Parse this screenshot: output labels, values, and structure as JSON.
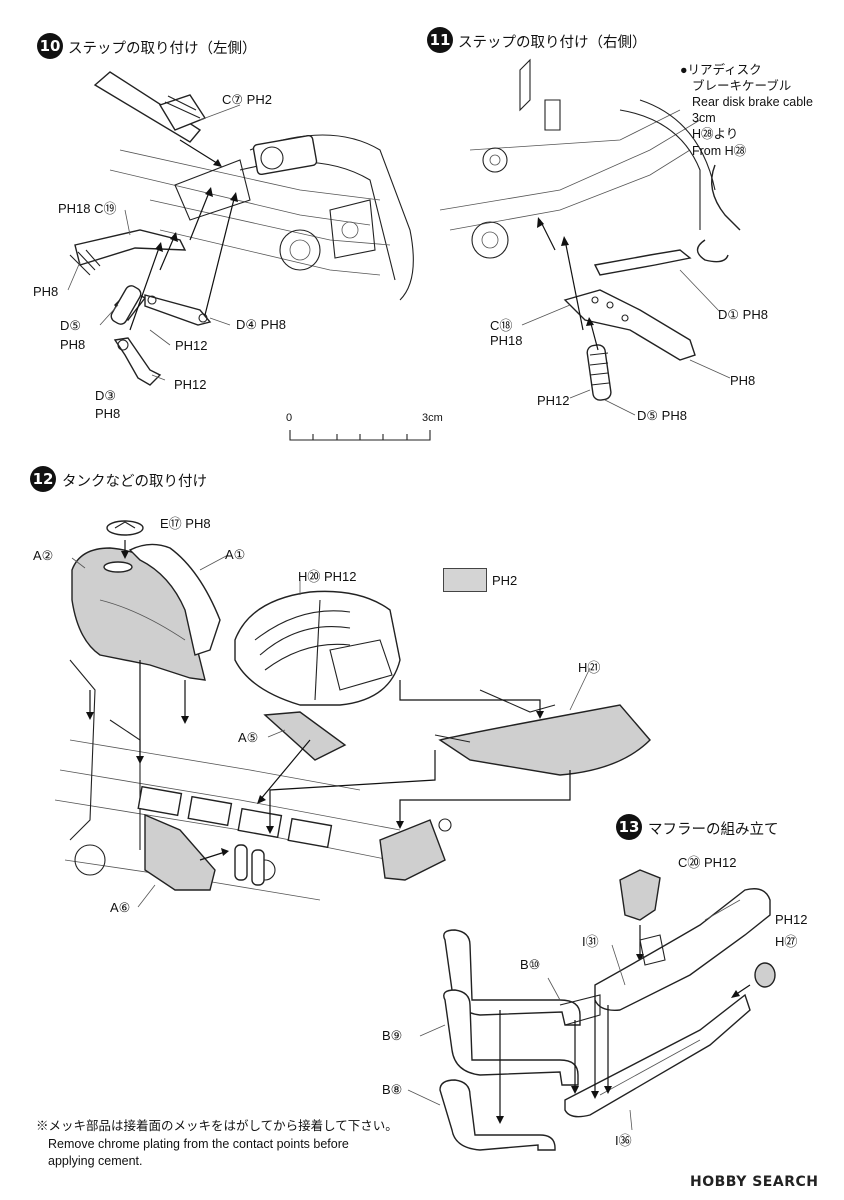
{
  "steps": [
    {
      "number": "10",
      "title": "ステップの取り付け（左側）"
    },
    {
      "number": "11",
      "title": "ステップの取り付け（右側）"
    },
    {
      "number": "12",
      "title": "タンクなどの取り付け"
    },
    {
      "number": "13",
      "title": "マフラーの組み立て"
    }
  ],
  "step10_labels": {
    "c7": "C⑦ PH2",
    "ph18_c19": "PH18 C⑲",
    "ph8_a": "PH8",
    "d5": "D⑤",
    "ph8_b": "PH8",
    "ph12_a": "PH12",
    "d4": "D④ PH8",
    "d3": "D③",
    "ph12_b": "PH12",
    "ph8_c": "PH8"
  },
  "scale": {
    "start": "0",
    "end": "3cm"
  },
  "step11_labels": {
    "note_line1": "●リアディスク",
    "note_line2": "ブレーキケーブル",
    "note_line3": "Rear disk brake cable",
    "note_line4": "3cm",
    "note_line5": "H㉘より",
    "note_line6": "From H㉘",
    "d1": "D① PH8",
    "c18": "C⑱",
    "ph18": "PH18",
    "ph8": "PH8",
    "ph12": "PH12",
    "d5": "D⑤ PH8"
  },
  "step12_labels": {
    "e17": "E⑰ PH8",
    "a2": "A②",
    "a1": "A①",
    "h20": "H⑳ PH12",
    "gray_key": "PH2",
    "h21": "H㉑",
    "a5": "A⑤",
    "a6": "A⑥"
  },
  "step13_labels": {
    "c20": "C⑳ PH12",
    "ph12": "PH12",
    "h27": "H㉗",
    "i31": "I㉛",
    "b10": "B⑩",
    "b9": "B⑨",
    "b8": "B⑧",
    "i36": "I㊱"
  },
  "footnote": {
    "line1": "※メッキ部品は接着面のメッキをはがしてから接着して下さい。",
    "line2": "Remove chrome plating from the contact points before",
    "line3": "applying cement."
  },
  "logo": "HOBBY SEARCH"
}
